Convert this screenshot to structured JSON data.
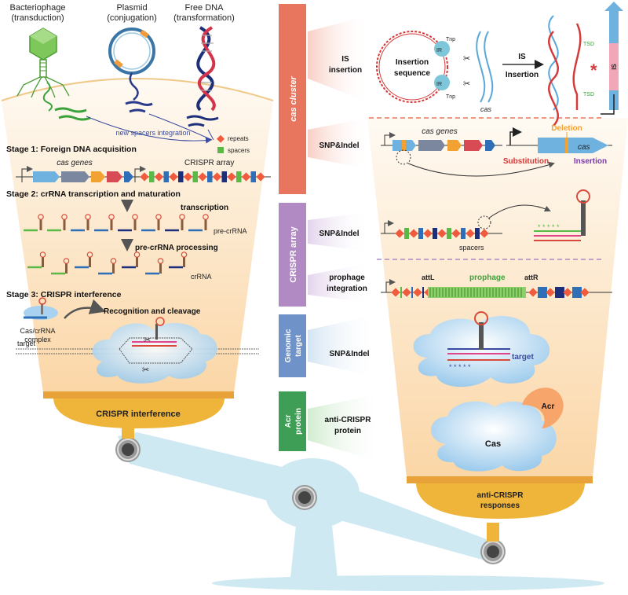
{
  "sources": {
    "phage": {
      "name": "Bacteriophage",
      "mode": "(transduction)"
    },
    "plasmid": {
      "name": "Plasmid",
      "mode": "(conjugation)"
    },
    "free_dna": {
      "name": "Free DNA",
      "mode": "(transformation)"
    }
  },
  "left": {
    "new_spacers": "new spacers integration",
    "legend_repeats": "repeats",
    "legend_spacers": "spacers",
    "stage1": "Stage 1: Foreign DNA acquisition",
    "cas_genes": "cas genes",
    "crispr_array": "CRISPR array",
    "stage2": "Stage 2: crRNA transcription and maturation",
    "transcription": "transcription",
    "pre_crrna": "pre-crRNA",
    "processing": "pre-crRNA processing",
    "crrna": "crRNA",
    "stage3": "Stage 3: CRISPR interference",
    "complex_line1": "Cas/crRNA",
    "complex_line2": "complex",
    "recognition": "Recognition and cleavage",
    "target": "target",
    "base_label": "CRISPR interference"
  },
  "categories": {
    "cas_cluster": "cas cluster",
    "crispr_array": "CRISPR array",
    "genomic_target_l1": "Genomic",
    "genomic_target_l2": "target",
    "acr_l1": "Acr",
    "acr_l2": "protein"
  },
  "right": {
    "is_insertion_l1": "IS",
    "is_insertion_l2": "insertion",
    "insertion_seq_l1": "Insertion",
    "insertion_seq_l2": "sequence",
    "ir": "IR",
    "tnp": "Tnp",
    "cas_label": "cas",
    "is_arrow_l1": "IS",
    "is_arrow_l2": "Insertion",
    "tsd": "TSD",
    "is_box": "IS",
    "snp_indel_1": "SNP&Indel",
    "cas_genes": "cas genes",
    "deletion": "Deletion",
    "cas_gene": "cas",
    "substitution": "Substitution",
    "insertion": "Insertion",
    "snp_indel_2": "SNP&Indel",
    "spacers": "spacers",
    "prophage_l1": "prophage",
    "prophage_l2": "integration",
    "attl": "attL",
    "prophage": "prophage",
    "attr": "attR",
    "snp_indel_3": "SNP&Indel",
    "target": "target",
    "acr_l1": "anti-CRISPR",
    "acr_l2": "protein",
    "acr": "Acr",
    "cas": "Cas",
    "base_l1": "anti-CRISPR",
    "base_l2": "responses"
  },
  "colors": {
    "cup_top": "#fdf6ec",
    "cup_bottom": "#fbd6a8",
    "cup_base": "#efb43a",
    "beam": "#cfe9f3",
    "repeat": "#ef5b3c",
    "spacer_green": "#5bb947",
    "cas_cluster": "#e8765f",
    "crispr_array": "#b18ac4",
    "genomic_target": "#6f92c9",
    "acr_protein": "#3f9e55"
  },
  "icons": [
    "phage-icon",
    "plasmid-icon",
    "dna-helix-icon",
    "scissors-icon",
    "asterisk-icon",
    "cloud-icon",
    "hairpin-icon"
  ]
}
